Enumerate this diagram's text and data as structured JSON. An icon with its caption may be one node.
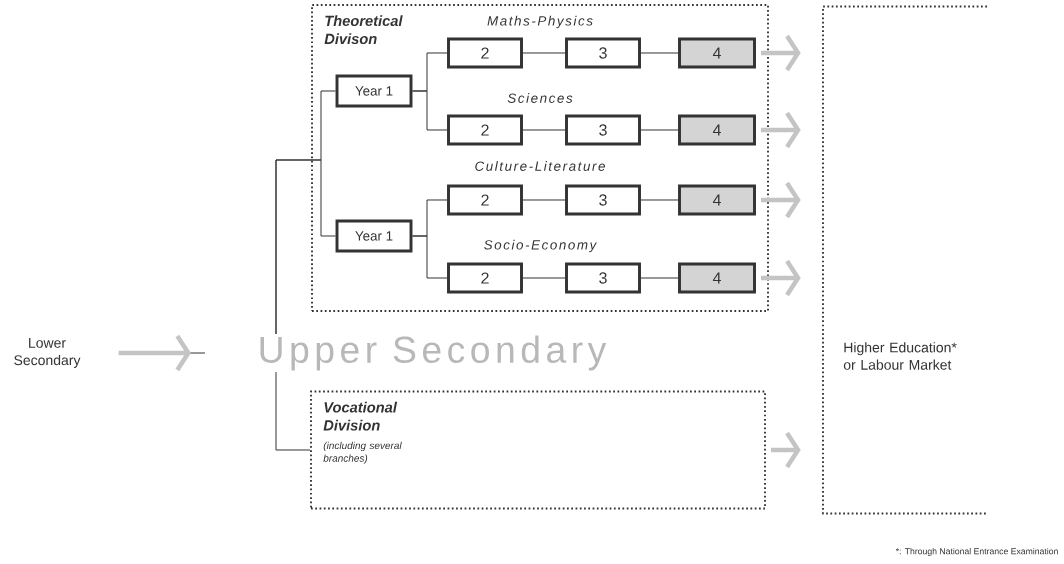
{
  "diagram": {
    "nodes": [
      {
        "text": [
          "Lower Secondary"
        ]
      },
      {
        "text": [
          "Upper Secondary"
        ]
      },
      {
        "text": [
          "Theoretical Divison"
        ]
      },
      {
        "text": [
          "Year 1"
        ],
        "in": 2
      },
      {
        "text": [
          "2"
        ],
        "in": 2
      },
      {
        "text": [
          "3"
        ],
        "in": 2
      },
      {
        "text": [
          "4"
        ],
        "in": 2
      },
      {
        "text": [
          "2"
        ],
        "in": 2
      },
      {
        "text": [
          "3"
        ],
        "in": 2
      },
      {
        "text": [
          "4"
        ],
        "in": 2
      },
      {
        "text": [
          "Year 1"
        ],
        "in": 2
      },
      {
        "text": [
          "2"
        ],
        "in": 2
      },
      {
        "text": [
          "3"
        ],
        "in": 2
      },
      {
        "text": [
          "4"
        ],
        "in": 2
      },
      {
        "text": [
          "2"
        ],
        "in": 2
      },
      {
        "text": [
          "3"
        ],
        "in": 2
      },
      {
        "text": [
          "4"
        ],
        "in": 2
      },
      {
        "text": [
          "Vocational Division",
          "(including several branches)"
        ]
      },
      {
        "text": [
          "Higher Education* or Labour Market"
        ]
      }
    ],
    "edges": [
      {
        "from": 0,
        "to": 1,
        "arrow": "to",
        "style": "thick",
        "color": "#c4c4c4"
      },
      {
        "from": 1,
        "to": 3,
        "arrow": "none"
      },
      {
        "from": 1,
        "to": 10,
        "arrow": "none"
      },
      {
        "from": 1,
        "to": 17,
        "arrow": "none"
      },
      {
        "from": 3,
        "to": 4,
        "arrow": "none"
      },
      {
        "from": 3,
        "to": 7,
        "arrow": "none"
      },
      {
        "from": 4,
        "to": 5,
        "arrow": "none"
      },
      {
        "from": 5,
        "to": 6,
        "arrow": "none"
      },
      {
        "from": 7,
        "to": 8,
        "arrow": "none"
      },
      {
        "from": 8,
        "to": 9,
        "arrow": "none"
      },
      {
        "from": 10,
        "to": 11,
        "arrow": "none"
      },
      {
        "from": 10,
        "to": 14,
        "arrow": "none"
      },
      {
        "from": 11,
        "to": 12,
        "arrow": "none"
      },
      {
        "from": 12,
        "to": 13,
        "arrow": "none"
      },
      {
        "from": 14,
        "to": 15,
        "arrow": "none"
      },
      {
        "from": 15,
        "to": 16,
        "arrow": "none"
      },
      {
        "from": 6,
        "to": 18,
        "arrow": "to",
        "style": "thick",
        "color": "#c4c4c4"
      },
      {
        "from": 9,
        "to": 18,
        "arrow": "to",
        "style": "thick",
        "color": "#c4c4c4"
      },
      {
        "from": 13,
        "to": 18,
        "arrow": "to",
        "style": "thick",
        "color": "#c4c4c4"
      },
      {
        "from": 16,
        "to": 18,
        "arrow": "to",
        "style": "thick",
        "color": "#c4c4c4"
      },
      {
        "from": 17,
        "to": 18,
        "arrow": "to",
        "style": "thick",
        "color": "#c4c4c4"
      }
    ],
    "labels": [
      "Maths-Physics",
      "Sciences",
      "Culture-Literature",
      "Socio-Economy",
      "*: Through National Entrance Examination"
    ]
  }
}
